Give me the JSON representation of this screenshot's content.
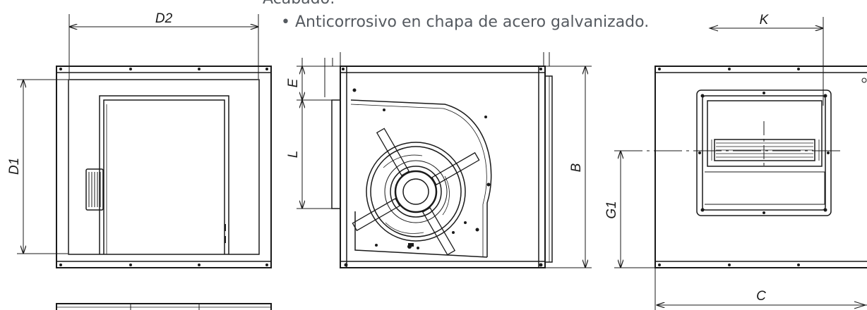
{
  "caption": {
    "heading_partial": "Acabado:",
    "bullet": "• Anticorrosivo en chapa de acero galvanizado."
  },
  "dimensions": {
    "d2": "D2",
    "d1": "D1",
    "e": "E",
    "l": "L",
    "b": "B",
    "k": "K",
    "g1": "G1",
    "c": "C"
  },
  "colors": {
    "line": "#1a1a1a",
    "caption_text": "#555a60"
  }
}
